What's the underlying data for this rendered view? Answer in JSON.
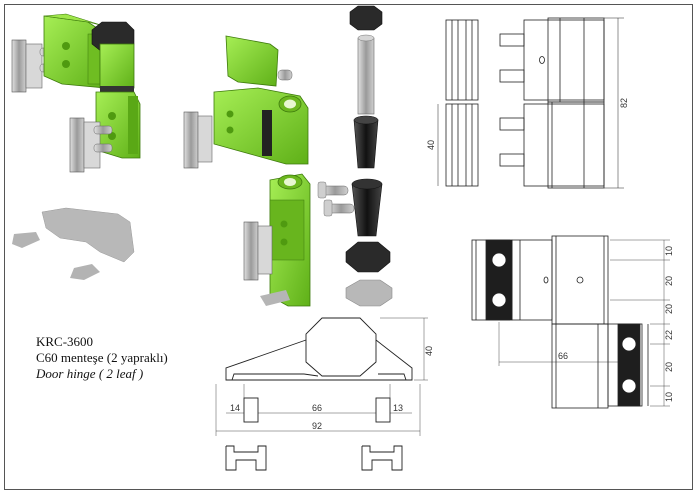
{
  "product": {
    "code": "KRC-3600",
    "name_tr": "C60 menteşe (2 yapraklı)",
    "name_en": "Door hinge ( 2 leaf )"
  },
  "dimensions": {
    "side_view": {
      "height_total": "82",
      "height_lower": "40"
    },
    "profile": {
      "left_offset": "14",
      "center_span": "66",
      "right_offset": "13",
      "total_width": "92",
      "height": "40"
    },
    "front_view": {
      "d1": "10",
      "d2": "20",
      "d3": "20",
      "d4": "22",
      "d5": "20",
      "d6": "10",
      "span": "66"
    }
  },
  "colors": {
    "part_green": "#7ed321",
    "part_green_dark": "#4f9a10",
    "metal": "#b9b9b9",
    "black_part": "#2b2b2b",
    "gasket_gray": "#aaaaaa",
    "line": "#222222"
  }
}
